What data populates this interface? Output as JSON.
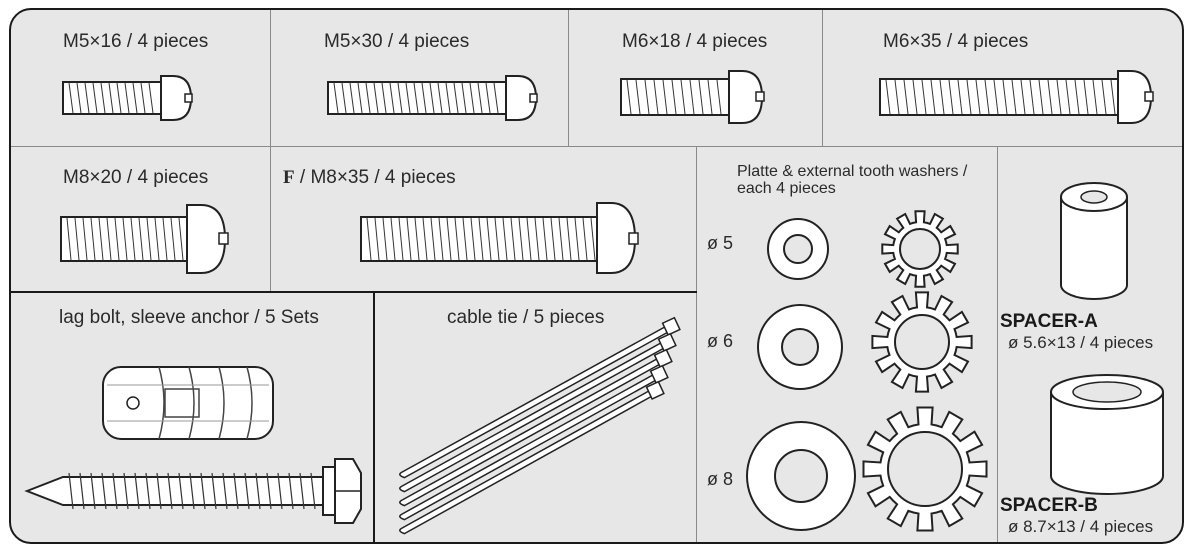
{
  "screws": {
    "m5x16": "M5×16 / 4 pieces",
    "m5x30": "M5×30 / 4 pieces",
    "m6x18": "M6×18 / 4 pieces",
    "m6x35": "M6×35 / 4 pieces",
    "m8x20": "M8×20 / 4 pieces",
    "f_mark": "F",
    "m8x35": " / M8×35 / 4 pieces"
  },
  "washers": {
    "title_line1": "Platte & external tooth washers /",
    "title_line2": "each 4 pieces",
    "d5": "ø 5",
    "d6": "ø 6",
    "d8": "ø 8"
  },
  "spacers": {
    "a_name": "SPACER-A",
    "a_spec": "ø 5.6×13 / 4 pieces",
    "b_name": "SPACER-B",
    "b_spec": "ø 8.7×13 / 4 pieces"
  },
  "anchor": {
    "label": "lag bolt, sleeve anchor / 5 Sets"
  },
  "cable": {
    "label": "cable tie / 5 pieces"
  }
}
